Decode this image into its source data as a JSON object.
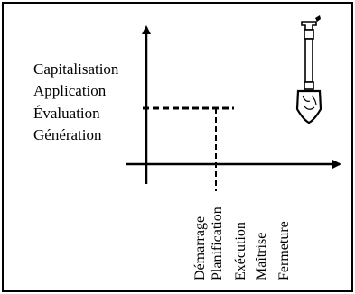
{
  "y_axis": {
    "levels": [
      "Capitalisation",
      "Application",
      "Évaluation",
      "Génération"
    ]
  },
  "x_axis": {
    "phases": [
      "Démarrage",
      "Planification",
      "Exécution",
      "Maîtrise",
      "Fermeture"
    ]
  },
  "marker": {
    "level": "Évaluation",
    "phase": "Planification"
  },
  "icon": "shovel-icon"
}
